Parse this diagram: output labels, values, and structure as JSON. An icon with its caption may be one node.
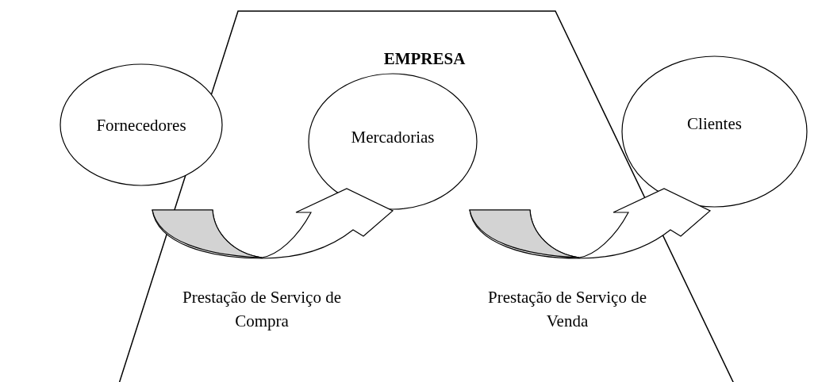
{
  "diagram": {
    "nodes": [
      {
        "text": [
          "EMPRESA"
        ]
      },
      {
        "text": [
          "Fornecedores"
        ]
      },
      {
        "text": [
          "Mercadorias"
        ],
        "in": 0
      },
      {
        "text": [
          "Clientes"
        ]
      }
    ],
    "edges": [
      {
        "from": 1,
        "to": 2,
        "arrow": "to",
        "label": "Prestação de Serviço de Compra"
      },
      {
        "from": 2,
        "to": 3,
        "arrow": "to",
        "label": "Prestação de Serviço de Venda"
      }
    ]
  }
}
